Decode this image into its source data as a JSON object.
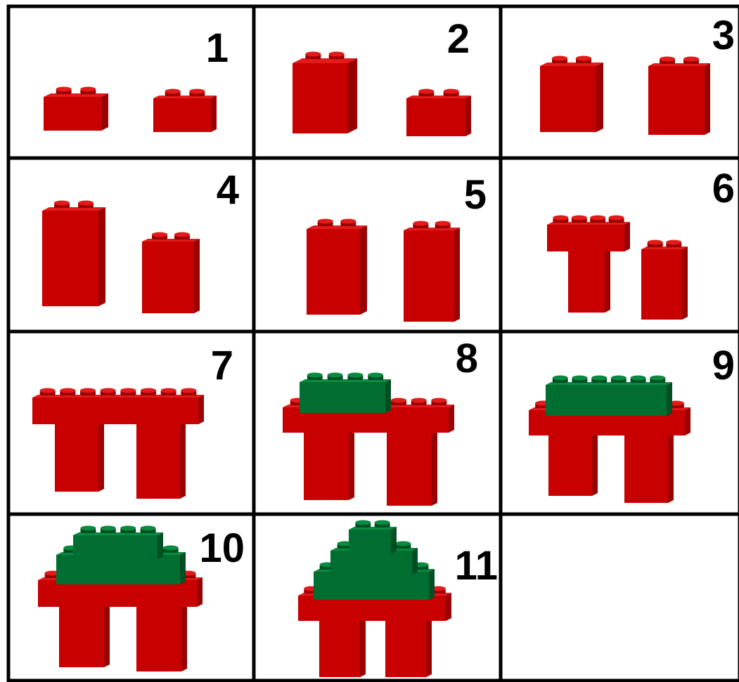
{
  "colors": {
    "brick_red": "#c80000",
    "brick_red_side": "#9a0000",
    "brick_red_top": "#e21a1a",
    "brick_green": "#006e30",
    "brick_green_side": "#004f22",
    "brick_green_top": "#0a8a40",
    "grid_line": "#000000",
    "background": "#ffffff"
  },
  "steps": [
    {
      "label": "1"
    },
    {
      "label": "2"
    },
    {
      "label": "3"
    },
    {
      "label": "4"
    },
    {
      "label": "5"
    },
    {
      "label": "6"
    },
    {
      "label": "7"
    },
    {
      "label": "8"
    },
    {
      "label": "9"
    },
    {
      "label": "10"
    },
    {
      "label": "11"
    }
  ]
}
